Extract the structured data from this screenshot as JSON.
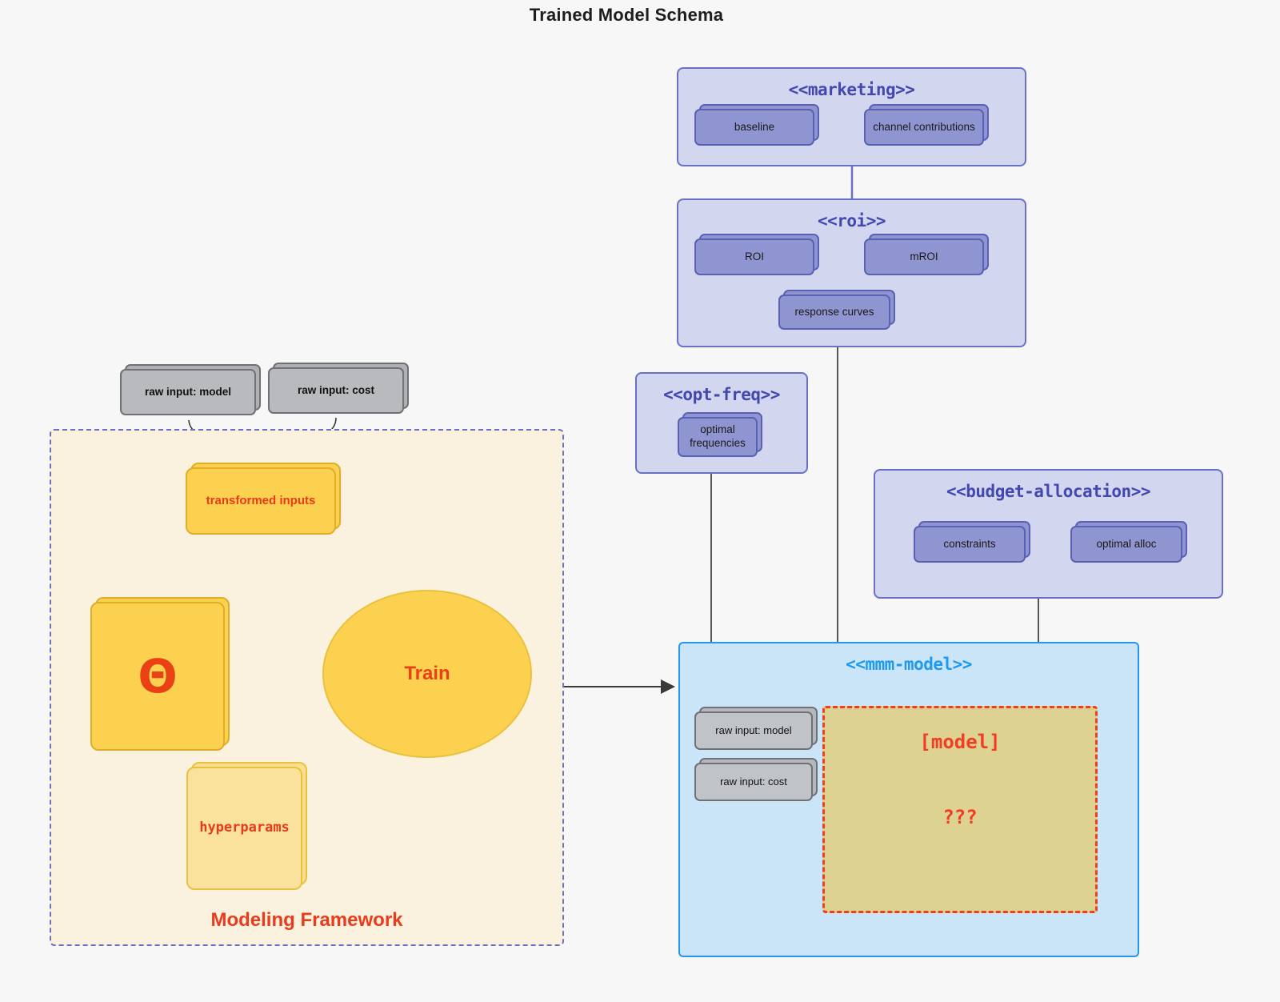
{
  "title": "Trained Model Schema",
  "packages": {
    "marketing": {
      "title": "<<marketing>>",
      "nodes": [
        {
          "label": "baseline"
        },
        {
          "label": "channel contributions"
        }
      ]
    },
    "roi": {
      "title": "<<roi>>",
      "nodes": [
        {
          "label": "ROI"
        },
        {
          "label": "mROI"
        },
        {
          "label": "response curves"
        }
      ]
    },
    "opt_freq": {
      "title": "<<opt-freq>>",
      "nodes": [
        {
          "label": "optimal frequencies"
        }
      ]
    },
    "budget_allocation": {
      "title": "<<budget-allocation>>",
      "nodes": [
        {
          "label": "constraints"
        },
        {
          "label": "optimal alloc"
        }
      ]
    },
    "mmm_model": {
      "title": "<<mmm-model>>",
      "inputs": [
        {
          "label": "raw input: model"
        },
        {
          "label": "raw input: cost"
        }
      ],
      "model_box": {
        "name": "[model]",
        "unknown": "???"
      }
    }
  },
  "framework": {
    "label": "Modeling Framework",
    "raw_inputs": [
      {
        "label": "raw input: model"
      },
      {
        "label": "raw input: cost"
      }
    ],
    "transformed_inputs": "transformed inputs",
    "theta": "Θ",
    "hyperparams": "hyperparams",
    "train": "Train"
  },
  "colors": {
    "page_background": "#f7f7f7",
    "package_fill": "#d3d6ef",
    "package_border": "#6a70c4",
    "package_title_text": "#4348b0",
    "node_fill": "#8f95d1",
    "node_border": "#5a60b4",
    "gray_node_fill": "#b8babd",
    "gray_node_border": "#6f7174",
    "framework_fill": "#faf1de",
    "framework_border": "#6a70c4",
    "yellow_node_fill": "#fbd14f",
    "yellow_node_border": "#e0ad26",
    "accent_red": "#ea3b1d",
    "mmm_fill": "#cbe5f8",
    "mmm_border": "#2196f3",
    "mmm_title_text": "#1e9af0",
    "olive_fill": "#ddd291",
    "olive_border": "#ef3e23",
    "connector_gray": "#555555",
    "connector_purple": "#6a70c4"
  }
}
